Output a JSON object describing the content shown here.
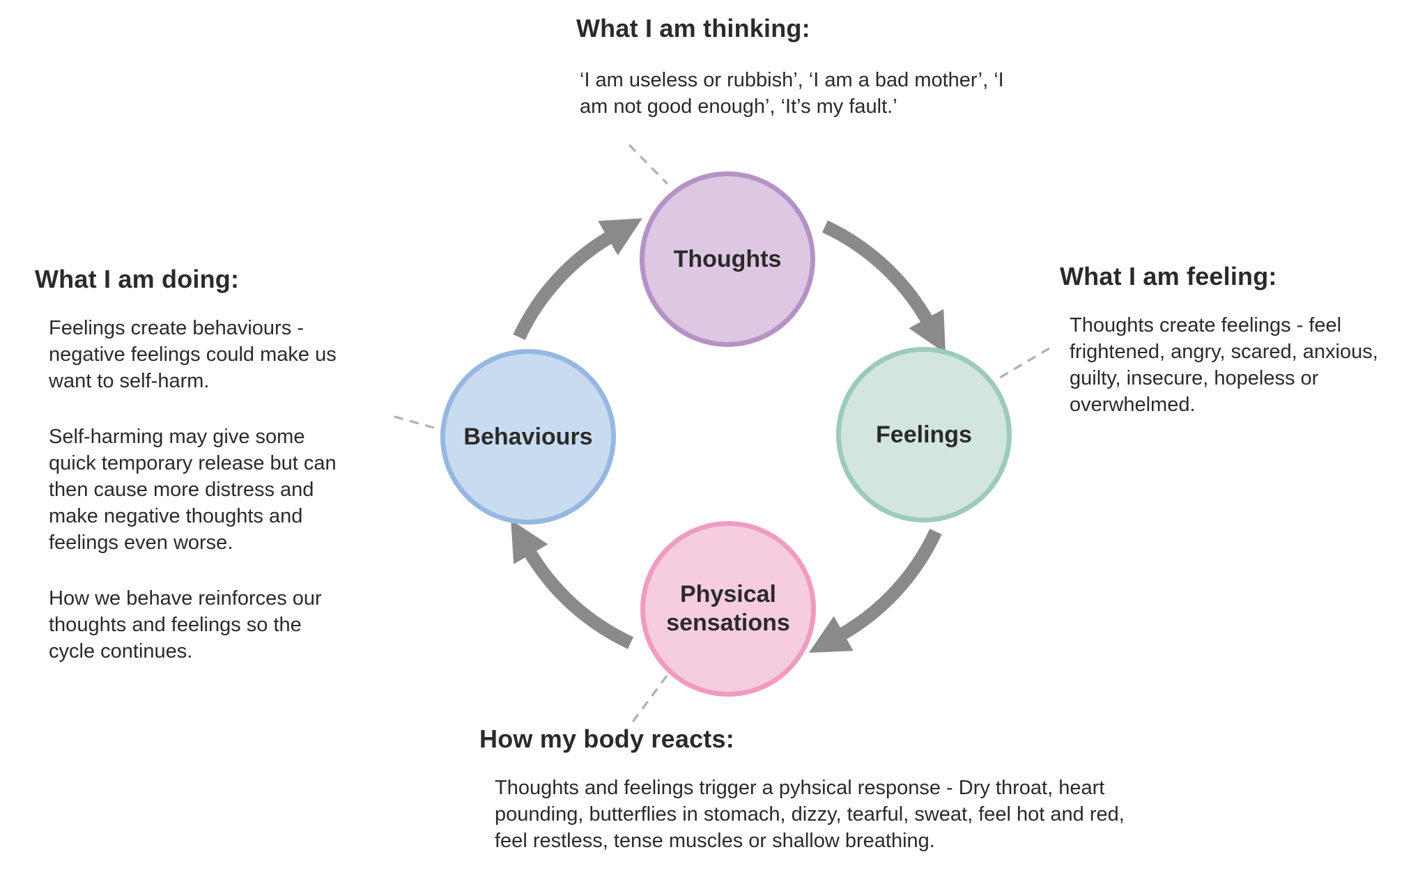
{
  "annotations": {
    "thinking": {
      "heading": "What I am thinking:",
      "lines": [
        "‘I am useless or rubbish’, ‘I am a bad mother’, ‘I",
        "am not good enough’, ‘It’s my fault.’"
      ]
    },
    "feeling": {
      "heading": "What I am feeling:",
      "lines": [
        "Thoughts create feelings - feel",
        "frightened, angry, scared, anxious,",
        "guilty, insecure, hopeless or",
        "overwhelmed."
      ]
    },
    "doing": {
      "heading": "What I am doing:",
      "paragraphs": [
        [
          "Feelings create behaviours -",
          "negative feelings could make us",
          "want to self-harm."
        ],
        [
          "Self-harming may give some",
          "quick temporary release but can",
          "then cause more distress and",
          "make negative thoughts and",
          "feelings even worse."
        ],
        [
          "How we behave reinforces our",
          "thoughts and feelings so the",
          "cycle continues."
        ]
      ]
    },
    "body_reacts": {
      "heading": "How my body reacts:",
      "lines": [
        "Thoughts and feelings trigger a pyhsical response - Dry throat, heart",
        "pounding, butterflies in stomach, dizzy, tearful, sweat, feel hot and red,",
        "feel restless, tense muscles or shallow breathing."
      ]
    }
  },
  "nodes": [
    {
      "id": "thoughts",
      "label": "Thoughts",
      "label_lines": [
        "Thoughts"
      ],
      "fill": "#ddc7e3",
      "border": "#b492c6"
    },
    {
      "id": "feelings",
      "label": "Feelings",
      "label_lines": [
        "Feelings"
      ],
      "fill": "#d2e5de",
      "border": "#9ccabc"
    },
    {
      "id": "physical",
      "label": "Physical sensations",
      "label_lines": [
        "Physical",
        "sensations"
      ],
      "fill": "#f6cde0",
      "border": "#f09cbe"
    },
    {
      "id": "behaviours",
      "label": "Behaviours",
      "label_lines": [
        "Behaviours"
      ],
      "fill": "#c9dbf1",
      "border": "#96b7e0"
    }
  ],
  "colors": {
    "arrow": "#8c8a88",
    "dashed": "#b4b4b4",
    "text": "#2b2a29"
  }
}
